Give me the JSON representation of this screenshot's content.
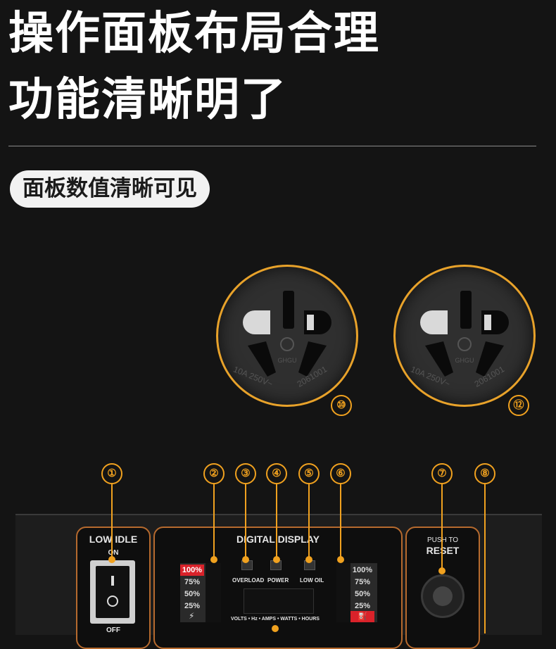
{
  "headline": {
    "line1": "操作面板布局合理",
    "line2": "功能清晰明了"
  },
  "subtitle": "面板数值清晰可见",
  "sockets": [
    {
      "number": "⑩",
      "rating": "10A 250V~",
      "standard": "2061001"
    },
    {
      "number": "⑫",
      "rating": "10A 250V~",
      "standard": "2061001"
    }
  ],
  "callouts": [
    "①",
    "②",
    "③",
    "④",
    "⑤",
    "⑥",
    "⑦",
    "⑧"
  ],
  "panel": {
    "low_idle": {
      "title": "LOW IDLE",
      "on": "ON",
      "off": "OFF"
    },
    "digital_display": {
      "title": "DIGITAL DISPLAY",
      "indicators": [
        "OVERLOAD",
        "POWER",
        "LOW OIL"
      ],
      "units": "VOLTS • Hz • AMPS • WATTS • HOURS",
      "left_meter": [
        "100%",
        "75%",
        "50%",
        "25%"
      ],
      "right_meter": [
        "100%",
        "75%",
        "50%",
        "25%"
      ]
    },
    "reset": {
      "line1": "PUSH TO",
      "line2": "RESET"
    }
  },
  "colors": {
    "accent": "#f0a11f",
    "frame": "#b66a2e",
    "meter_red": "#d9222a"
  }
}
